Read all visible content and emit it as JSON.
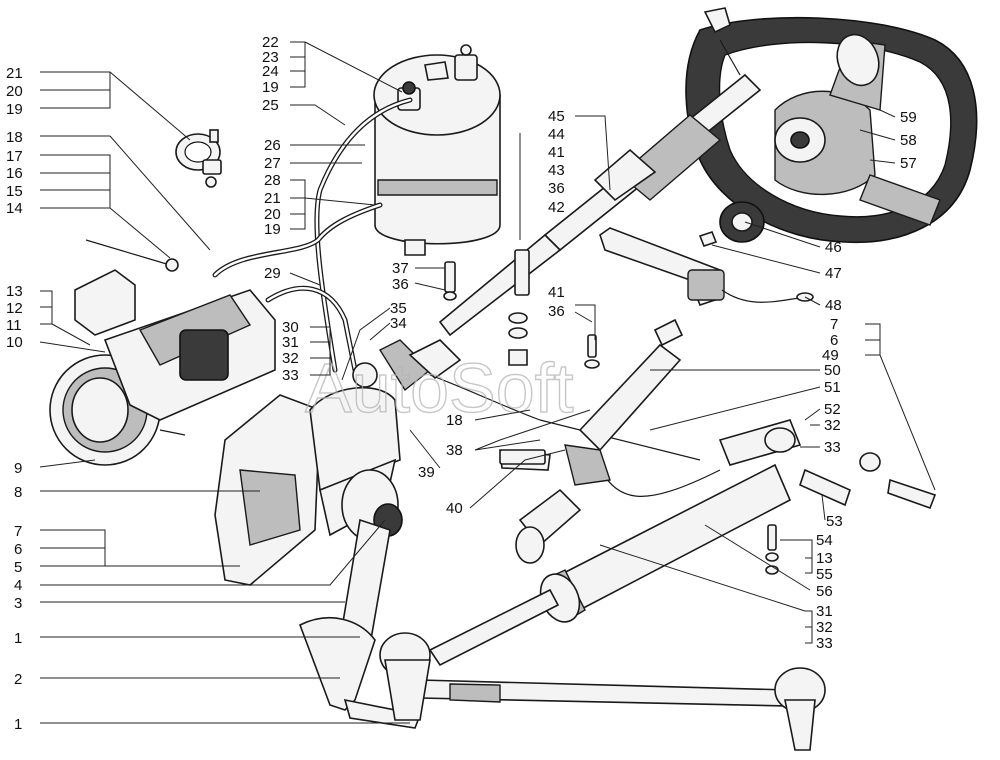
{
  "watermark": "AutoSoft",
  "labels": {
    "l21a": "21",
    "l20a": "20",
    "l19a": "19",
    "l18a": "18",
    "l17": "17",
    "l16": "16",
    "l15": "15",
    "l14": "14",
    "l13a": "13",
    "l12": "12",
    "l11": "11",
    "l10": "10",
    "l9": "9",
    "l8": "8",
    "l7a": "7",
    "l6a": "6",
    "l5": "5",
    "l4": "4",
    "l3": "3",
    "l1a": "1",
    "l2": "2",
    "l1b": "1",
    "l22": "22",
    "l23": "23",
    "l24": "24",
    "l19b": "19",
    "l25": "25",
    "l26": "26",
    "l27": "27",
    "l28": "28",
    "l21b": "21",
    "l20b": "20",
    "l19c": "19",
    "l29": "29",
    "l30": "30",
    "l31a": "31",
    "l32a": "32",
    "l33a": "33",
    "l35": "35",
    "l34": "34",
    "l37": "37",
    "l36a": "36",
    "l18b": "18",
    "l38": "38",
    "l39": "39",
    "l40": "40",
    "l45": "45",
    "l44": "44",
    "l41a": "41",
    "l43": "43",
    "l36b": "36",
    "l42": "42",
    "l41b": "41",
    "l36c": "36",
    "l59": "59",
    "l58": "58",
    "l57": "57",
    "l46": "46",
    "l47": "47",
    "l48": "48",
    "l7b": "7",
    "l6b": "6",
    "l49": "49",
    "l50": "50",
    "l51": "51",
    "l52": "52",
    "l32b": "32",
    "l33b": "33",
    "l53": "53",
    "l54": "54",
    "l13b": "13",
    "l55": "55",
    "l56": "56",
    "l31b": "31",
    "l32c": "32",
    "l33c": "33"
  }
}
